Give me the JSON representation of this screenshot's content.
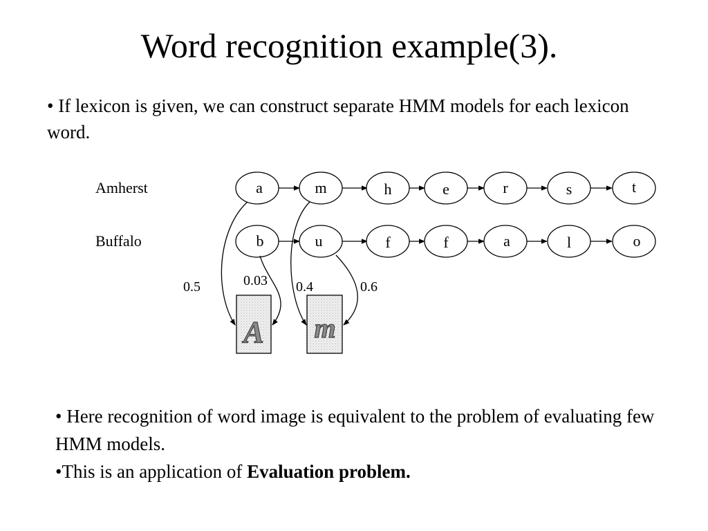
{
  "title": "Word recognition example(3).",
  "intro_bullet": "• If  lexicon is given, we can construct separate HMM models for each lexicon word.",
  "diagram": {
    "words": [
      {
        "label": "Amherst",
        "states": [
          "a",
          "m",
          "h",
          "e",
          "r",
          "s",
          "t"
        ]
      },
      {
        "label": "Buffalo",
        "states": [
          "b",
          "u",
          "f",
          "f",
          "a",
          "l",
          "o"
        ]
      }
    ],
    "probabilities": [
      "0.5",
      "0.03",
      "0.4",
      "0.6"
    ],
    "glyphs": [
      "A",
      "m"
    ]
  },
  "bottom": {
    "bullet1": "• Here recognition of word image is equivalent to the problem of evaluating few HMM models.",
    "bullet2_prefix": "•This is an application of ",
    "bullet2_bold": "Evaluation problem."
  }
}
